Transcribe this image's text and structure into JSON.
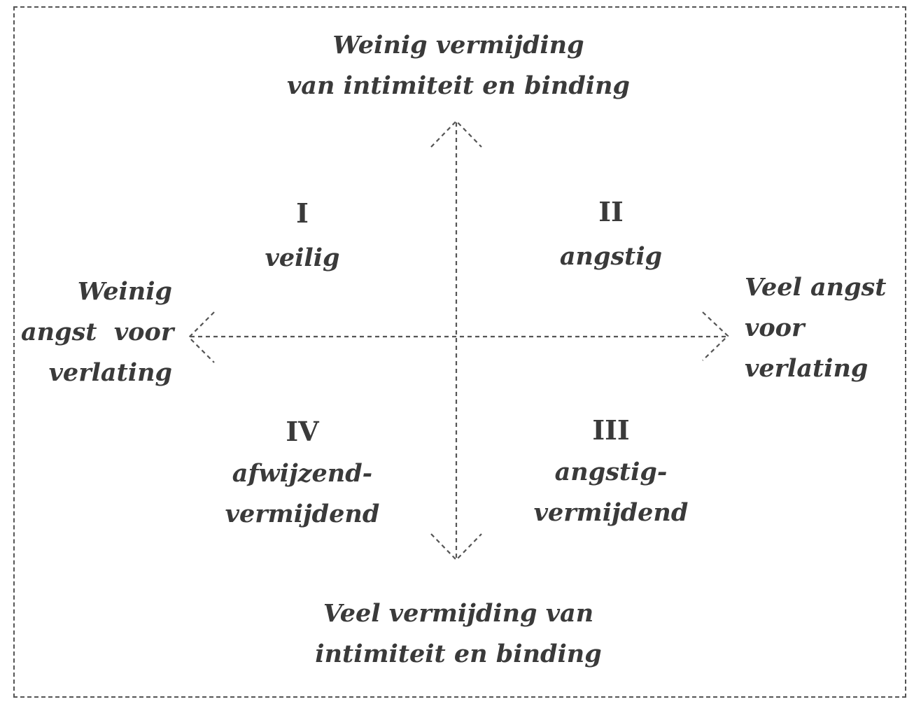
{
  "axes": {
    "top": [
      "Weinig vermijding",
      "van intimiteit en binding"
    ],
    "bottom": [
      "Veel vermijding van",
      "intimiteit en binding"
    ],
    "left": [
      "Weinig",
      "angst  voor",
      "verlating"
    ],
    "right": [
      "Veel angst",
      "voor",
      "verlating"
    ]
  },
  "quadrants": {
    "q1": {
      "numeral": "I",
      "label": [
        "veilig"
      ]
    },
    "q2": {
      "numeral": "II",
      "label": [
        "angstig"
      ]
    },
    "q3": {
      "numeral": "III",
      "label": [
        "angstig-",
        "vermijdend"
      ]
    },
    "q4": {
      "numeral": "IV",
      "label": [
        "afwijzend-",
        "vermijdend"
      ]
    }
  },
  "colors": {
    "text": "#3a3a3a",
    "lines": "#555555",
    "background": "#ffffff"
  }
}
